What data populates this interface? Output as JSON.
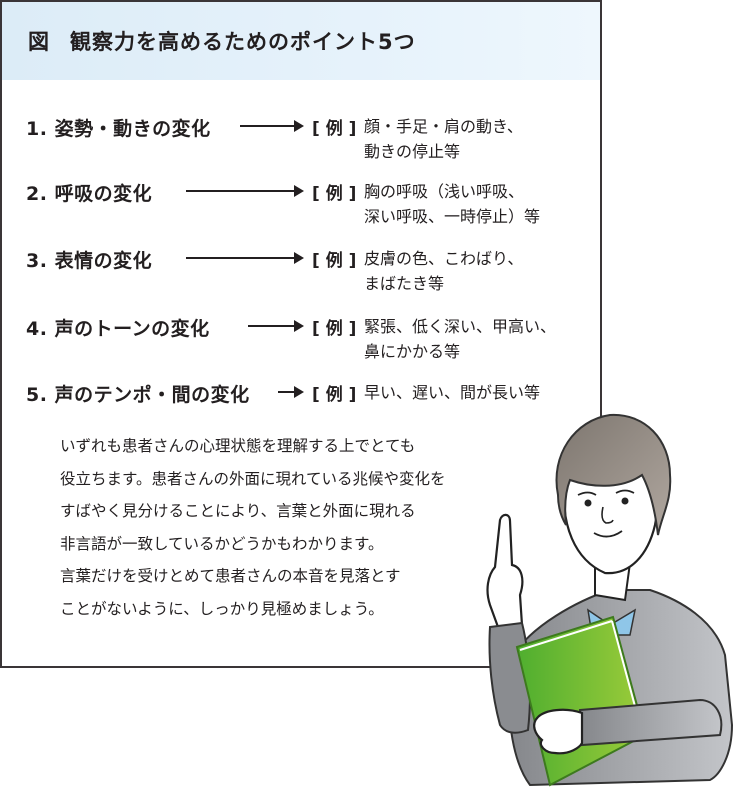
{
  "figure": {
    "fig_label": "図",
    "title": "観察力を高めるためのポイント5つ",
    "header_color": "#e2f0fa",
    "border_color": "#3a3537"
  },
  "points": [
    {
      "number": "1.",
      "label": "姿勢・動きの変化",
      "example_tag": "[ 例 ]",
      "example_lines": [
        "顔・手足・肩の動き、",
        "動きの停止等"
      ]
    },
    {
      "number": "2.",
      "label": "呼吸の変化",
      "example_tag": "[ 例 ]",
      "example_lines": [
        "胸の呼吸（浅い呼吸、",
        "深い呼吸、一時停止）等"
      ]
    },
    {
      "number": "3.",
      "label": "表情の変化",
      "example_tag": "[ 例 ]",
      "example_lines": [
        "皮膚の色、こわばり、",
        "まばたき等"
      ]
    },
    {
      "number": "4.",
      "label": "声のトーンの変化",
      "example_tag": "[ 例 ]",
      "example_lines": [
        "緊張、低く深い、甲高い、",
        "鼻にかかる等"
      ]
    },
    {
      "number": "5.",
      "label": "声のテンポ・間の変化",
      "example_tag": "[ 例 ]",
      "example_lines": [
        "早い、遅い、間が長い等"
      ]
    }
  ],
  "explanation": {
    "lines": [
      "いずれも患者さんの心理状態を理解する上でとても",
      "役立ちます。患者さんの外面に現れている兆候や変化を",
      "すばやく見分けることにより、言葉と外面に現れる",
      "非言語が一致しているかどうかもわかります。",
      "言葉だけを受けとめて患者さんの本音を見落とす",
      "ことがないように、しっかり見極めましょう。"
    ]
  },
  "illustration": {
    "subject": "nurse-woman-pointing-holding-folder",
    "jacket_color": "#9a9ca0",
    "hair_color": "#8f8781",
    "folder_color": "#6cbb3c",
    "shirt_color": "#8fc6e8"
  }
}
